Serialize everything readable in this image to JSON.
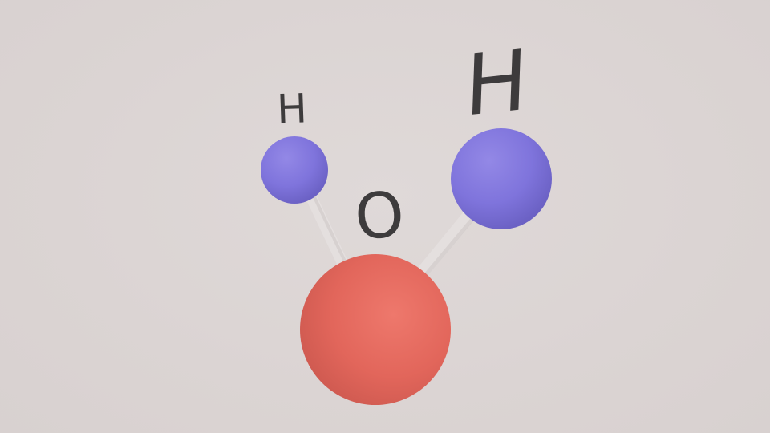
{
  "molecule": {
    "atoms": [
      {
        "id": "h-left",
        "element": "H",
        "label": "H",
        "color": "#7f74dc"
      },
      {
        "id": "h-right",
        "element": "H",
        "label": "H",
        "color": "#7f74dc"
      },
      {
        "id": "o-center",
        "element": "O",
        "label": "O",
        "color": "#e2665b"
      }
    ],
    "bond_color": "#e4dfde",
    "background_color": "#dcd5d4"
  }
}
